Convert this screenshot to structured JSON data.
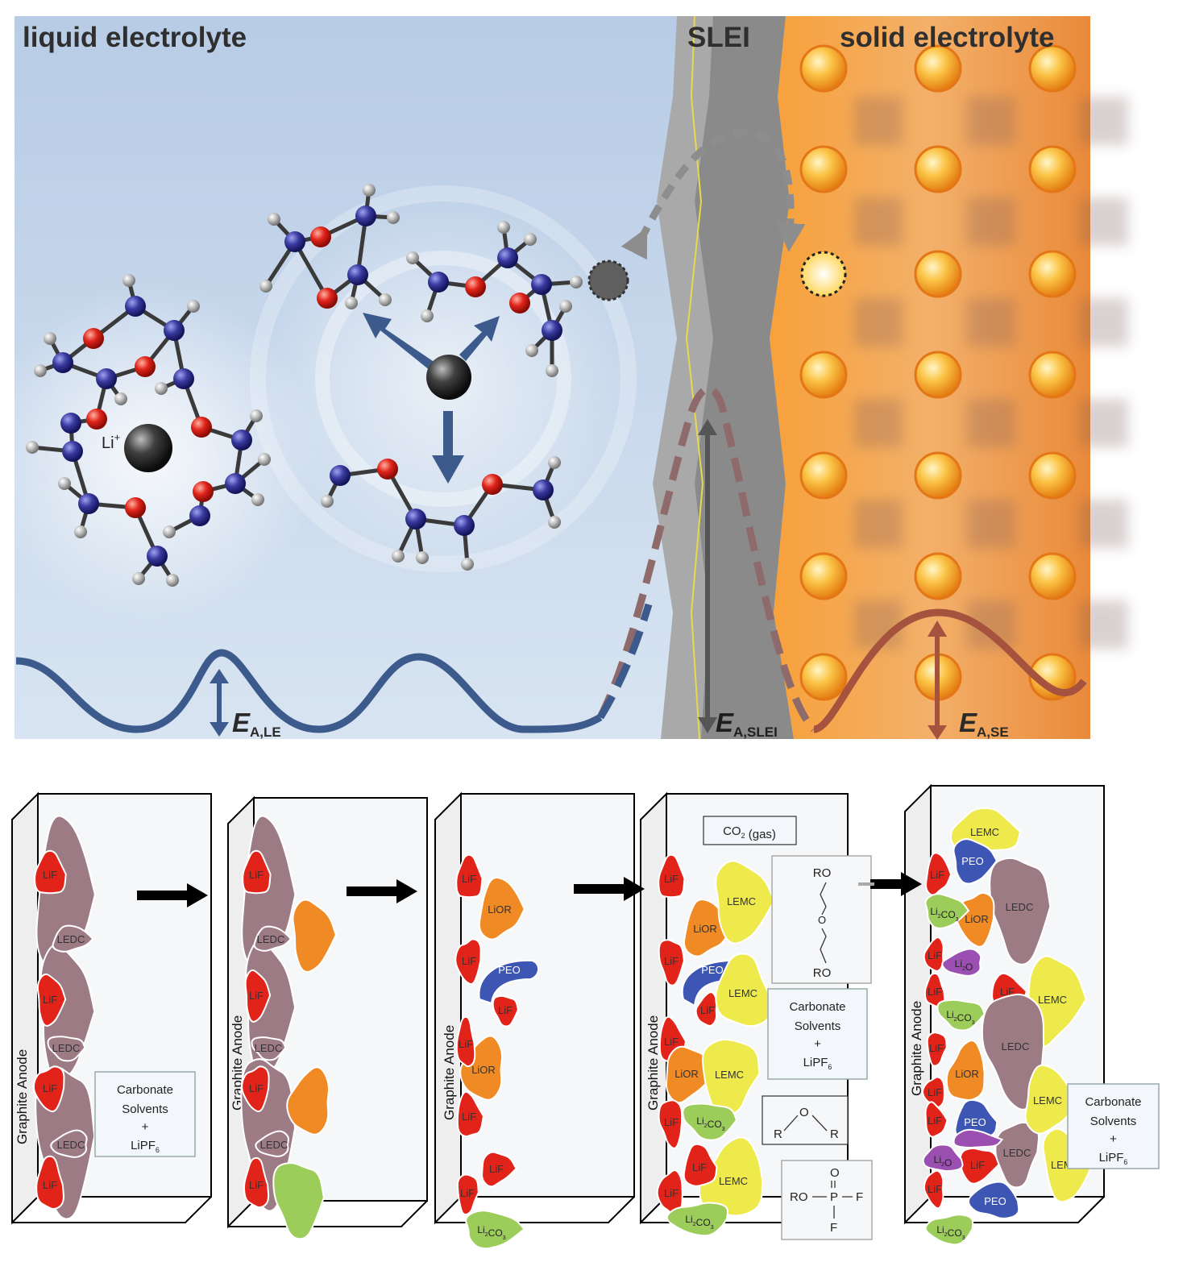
{
  "top": {
    "region_liquid": "liquid electrolyte",
    "region_slei": "SLEI",
    "region_solid": "solid electrolyte",
    "li_ion": "Li",
    "li_ion_sup": "+",
    "barrier_le": {
      "main": "E",
      "sub": "A,LE"
    },
    "barrier_slei": {
      "main": "E",
      "sub": "A,SLEI"
    },
    "barrier_se": {
      "main": "E",
      "sub": "A,SE"
    }
  },
  "bottom": {
    "panels": [
      {
        "anode": "Graphite Anode",
        "blobs": [
          "LiF",
          "LEDC",
          "LiF",
          "LEDC",
          "LiF",
          "LEDC",
          "LiF"
        ],
        "box": {
          "line1": "Carbonate",
          "line2": "Solvents",
          "line3": "+",
          "line4": "LiPF",
          "line4_sub": "6"
        }
      },
      {
        "anode": "Graphite Anode",
        "blobs": [
          "LiF",
          "LEDC",
          "LiF",
          "LEDC",
          "LiF",
          "LEDC",
          "LiF"
        ]
      },
      {
        "anode": "Graphite Anode",
        "blobs": [
          "LiF",
          "LiOR",
          "PEO",
          "LiF",
          "LiF",
          "LiOR",
          "LiF",
          "LiF",
          "LiF"
        ],
        "li2co3": {
          "main": "Li",
          "sub": "2",
          "tail": "CO",
          "sub2": "3"
        }
      },
      {
        "anode": "Graphite Anode",
        "blobs": [
          "LiF",
          "LiOR",
          "LEMC",
          "LiF",
          "PEO",
          "LiF",
          "LEMC",
          "LiF",
          "LiOR",
          "LEMC",
          "LiF",
          "LiF",
          "LEMC",
          "LiF"
        ],
        "gas_box": {
          "main": "CO",
          "sub": "2",
          "tail": " (gas)"
        },
        "ether_box": {
          "top": "RO",
          "mid": "O",
          "bottom": "RO"
        },
        "solvent_box": {
          "line1": "Carbonate",
          "line2": "Solvents",
          "line3": "+",
          "line4": "LiPF",
          "line4_sub": "6"
        },
        "r_o_r": {
          "r1": "R",
          "o": "O",
          "r2": "R"
        },
        "phosphate": {
          "ro": "RO",
          "p": "P",
          "o": "O",
          "f1": "F",
          "f2": "F"
        }
      },
      {
        "anode": "Graphite Anode",
        "blobs": [
          "LEMC",
          "LiF",
          "PEO",
          "LEDC",
          "LiOR",
          "LiF",
          "LiF",
          "LiF",
          "LEMC",
          "LiF",
          "LEDC",
          "LiF",
          "LiOR",
          "PEO",
          "LiF",
          "LiF",
          "LEDC",
          "LiF",
          "PEO",
          "LiF",
          "LEMC",
          "LEMC"
        ],
        "li2o": {
          "main": "Li",
          "sub": "2",
          "tail": "O"
        },
        "box": {
          "line1": "Carbonate",
          "line2": "Solvents",
          "line3": "+",
          "line4": "LiPF",
          "line4_sub": "6"
        }
      }
    ]
  },
  "colors": {
    "liquid_bg": "#c4d5ea",
    "solid_bg": "#f3a54a",
    "slei": "#8f8f8f",
    "carbon_atom": "#3a3a9a",
    "oxygen_atom": "#e0241a",
    "hydrogen_atom": "#b8b8b8",
    "le_wave": "#3d5a8c",
    "se_wave": "#a5523e",
    "lif": "#e2231a",
    "ledc": "#9c7b84",
    "lior": "#f08a24",
    "peo": "#3d56b3",
    "lemc": "#eeea4b",
    "li2co3": "#9ccc5a",
    "li2o": "#9b4fb0"
  }
}
